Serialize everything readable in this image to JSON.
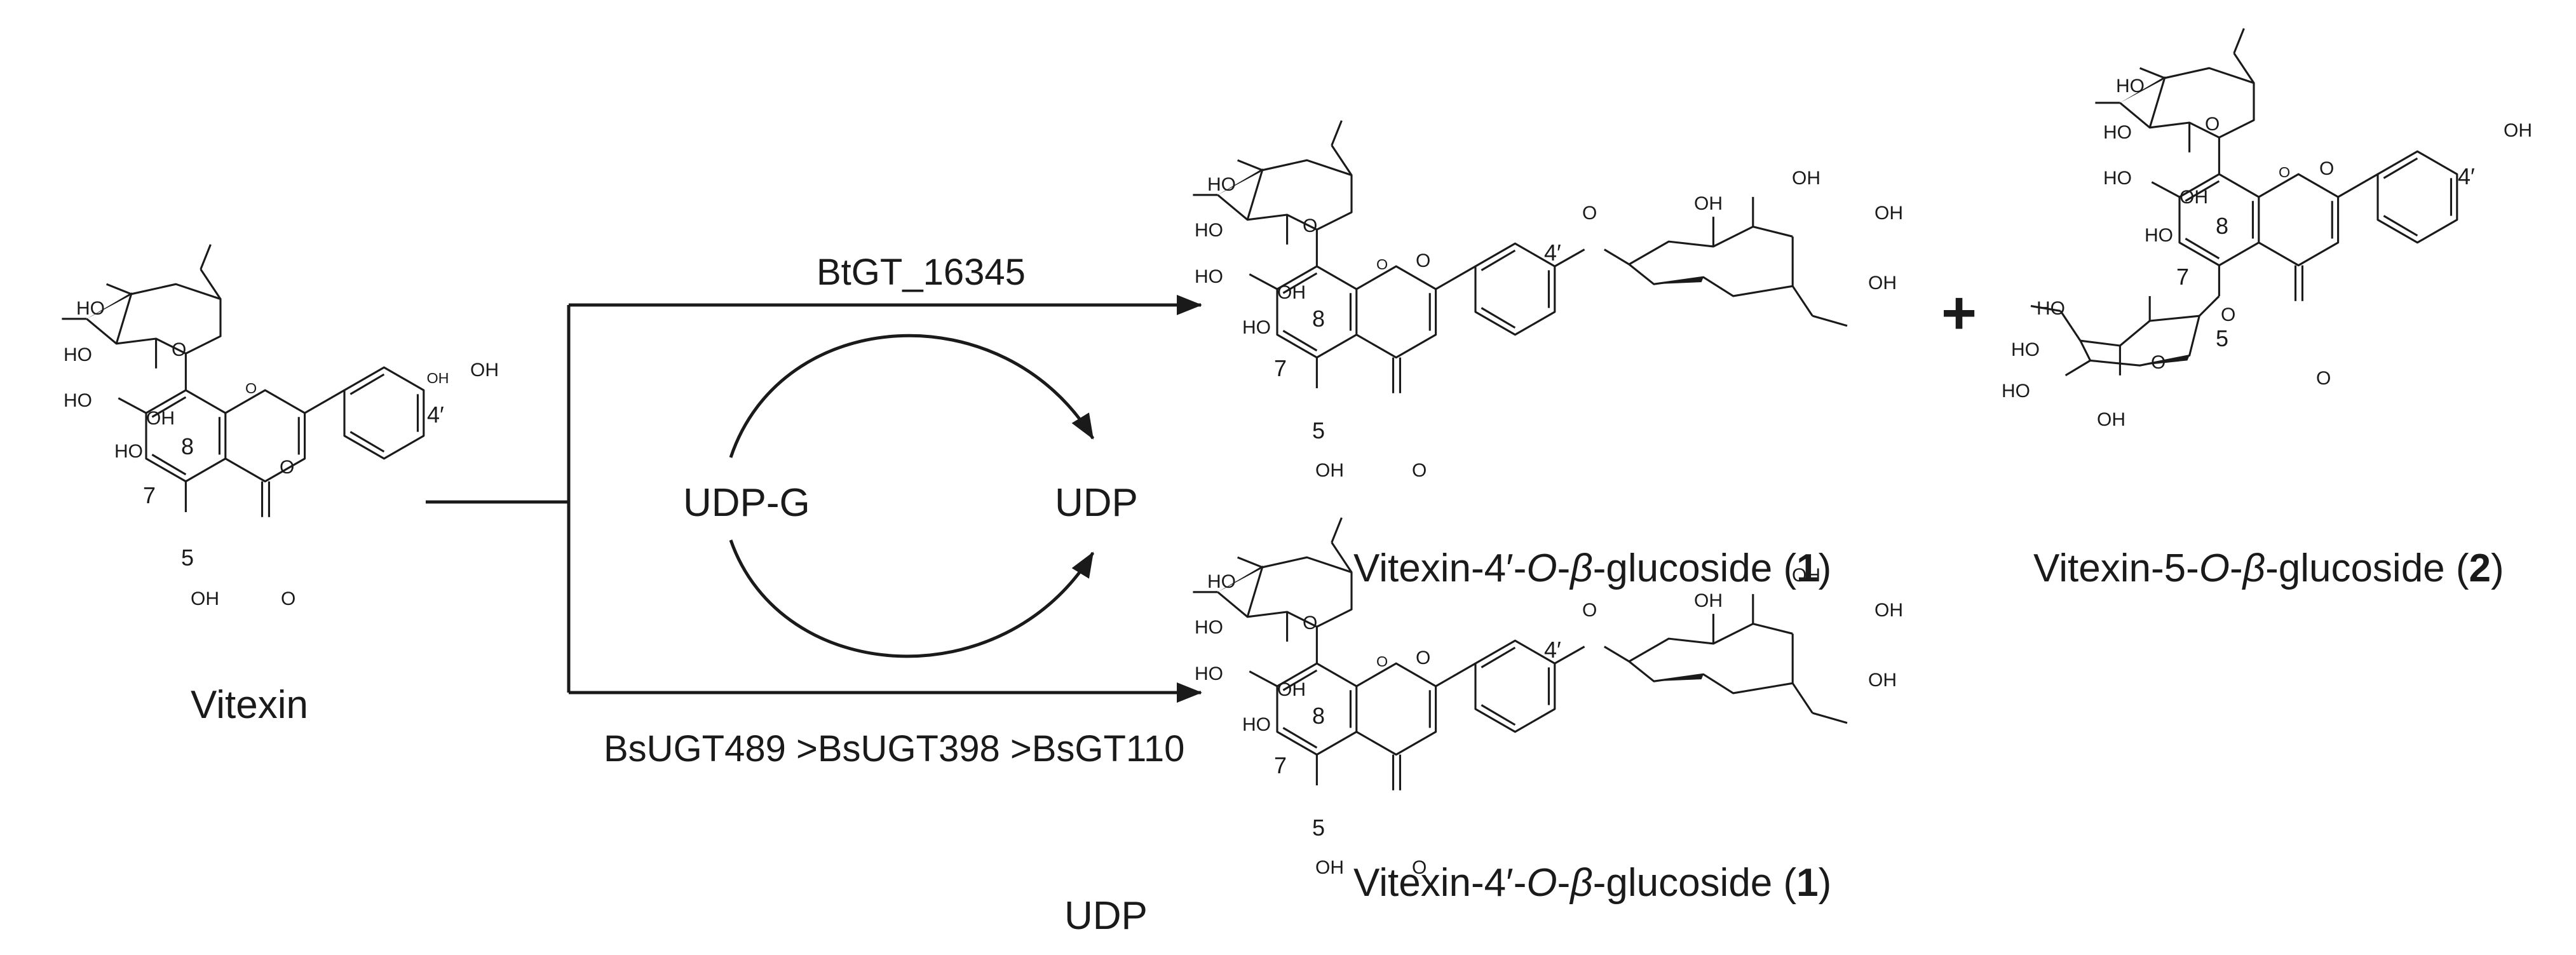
{
  "substrate": {
    "name": "Vitexin"
  },
  "cofactor": {
    "donor": "UDP-G",
    "byproduct": "UDP",
    "byproduct_bottom": "UDP"
  },
  "upper_pathway": {
    "enzyme": "BtGT_16345",
    "product1": {
      "prefix": "Vitexin-4′-",
      "o": "O",
      "sep": "-",
      "beta": "β",
      "suffix": "-glucoside (",
      "num": "1",
      "close": ")"
    },
    "plus": "+",
    "product2": {
      "prefix": "Vitexin-5-",
      "o": "O",
      "sep": "-",
      "beta": "β",
      "suffix": "-glucoside (",
      "num": "2",
      "close": ")"
    }
  },
  "lower_pathway": {
    "enzymes": "BsUGT489 >BsUGT398 >BsGT110",
    "product1": {
      "prefix": "Vitexin-4′-",
      "o": "O",
      "sep": "-",
      "beta": "β",
      "suffix": "-glucoside (",
      "num": "1",
      "close": ")"
    }
  },
  "atoms": {
    "oh": "OH",
    "ho": "HO",
    "o": "O"
  },
  "positions": {
    "p4": "4′",
    "p5": "5",
    "p7": "7",
    "p8": "8"
  }
}
